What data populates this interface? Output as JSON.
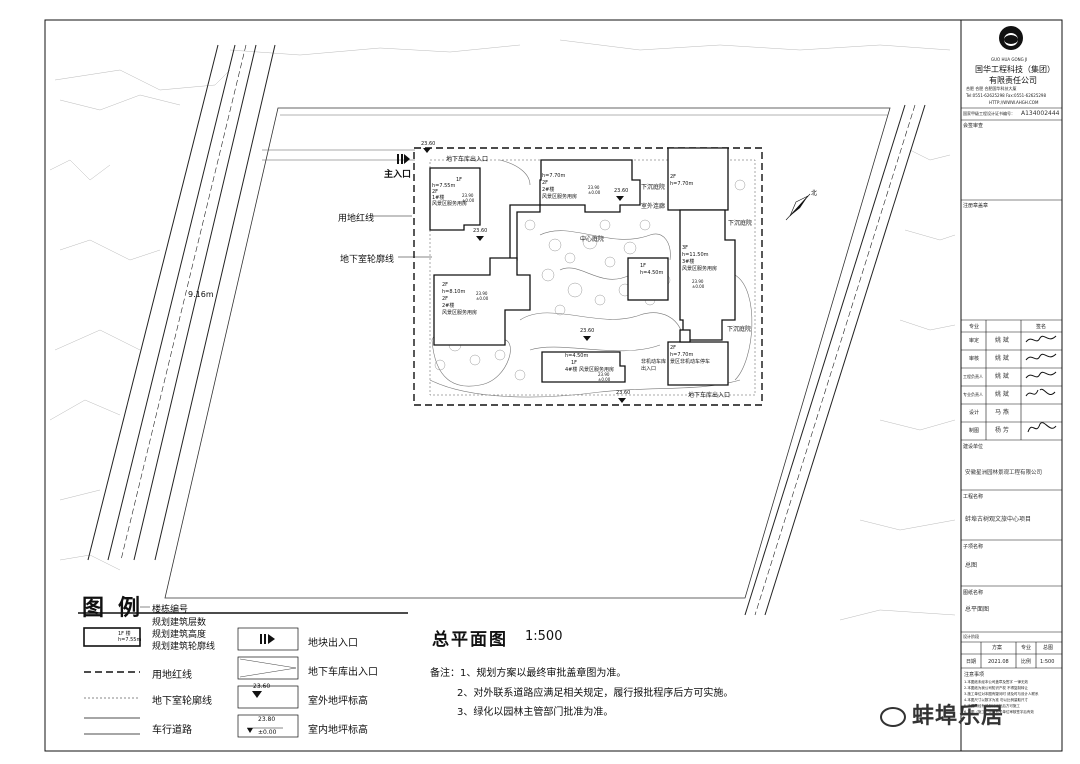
{
  "plan": {
    "title": "总平面图",
    "scale": "1:500",
    "notes": [
      "备注：1、规划方案以最终审批盖章图为准。",
      "2、对外联系道路应满足相关规定，履行报批程序后方可实施。",
      "3、绿化以园林主管部门批准为准。"
    ],
    "labels": {
      "site_red_line": "用地红线",
      "basement_outline": "地下室轮廓线",
      "main_entrance": "主入口",
      "road_width": "9.16m",
      "garage_entry_top": "地下车库出入口",
      "garage_entry_bottom": "地下车库出入口",
      "central_courtyard": "中心庭院",
      "sunken_court_1": "下沉庭院",
      "sunken_court_2": "下沉庭院",
      "sunken_court_3": "下沉庭院",
      "outdoor_stair": "室外连廊",
      "non_motor_entry": "非机动车库出入口",
      "north": "北"
    },
    "buildings": [
      {
        "floors": "1F",
        "height": "h=7.55m",
        "floors2": "2F",
        "name": "1#楼",
        "use": "风景区服务用房",
        "elev_top": "23.90",
        "elev_bot": "±0.00"
      },
      {
        "floors": "2F",
        "height": "h=7.70m",
        "floors2": "2F",
        "name": "2#楼",
        "use": "风景区服务用房",
        "elev_top": "23.90",
        "elev_bot": "±0.00"
      },
      {
        "floors": "2F",
        "height": "h=7.70m",
        "name": "",
        "use": ""
      },
      {
        "floors": "3F",
        "height": "h=11.50m",
        "name": "3#楼",
        "use": "风景区服务用房",
        "elev_top": "23.90",
        "elev_bot": "±0.00"
      },
      {
        "floors": "1F",
        "height": "h=4.50m",
        "name": "",
        "use": ""
      },
      {
        "floors": "2F",
        "height": "h=8.10m",
        "floors2": "2F",
        "name": "2#楼",
        "use": "风景区服务用房",
        "elev_top": "23.90",
        "elev_bot": "±0.00"
      },
      {
        "floors": "",
        "height": "h=4.50m",
        "floors2": "1F",
        "name": "4#楼",
        "use": "风景区服务用房",
        "elev_top": "23.90",
        "elev_bot": "±0.00"
      },
      {
        "floors": "2F",
        "height": "h=7.70m",
        "name": "",
        "use": "景区非机动车停车"
      }
    ],
    "elevations": {
      "e1": "23.60",
      "e2": "23.60",
      "e3": "23.60",
      "e4": "23.60",
      "e5": "23.60"
    }
  },
  "legend": {
    "title": "图例",
    "building_items": [
      "楼栋编号",
      "规划建筑层数",
      "规划建筑高度",
      "规划建筑轮廓线"
    ],
    "sample_box": {
      "line1": "1F 楼",
      "line2": "h=7.55m"
    },
    "items": [
      {
        "id": "red-line",
        "label": "用地红线"
      },
      {
        "id": "basement",
        "label": "地下室轮廓线"
      },
      {
        "id": "road",
        "label": "车行道路"
      },
      {
        "id": "site-entry",
        "label": "地块出入口"
      },
      {
        "id": "garage-entry",
        "label": "地下车库出入口"
      },
      {
        "id": "outdoor-elev",
        "label": "室外地坪标高",
        "value": "23.60"
      },
      {
        "id": "indoor-elev",
        "label": "室内地坪标高",
        "value_top": "23.80",
        "value_bot": "±0.00"
      }
    ]
  },
  "titleblock": {
    "company_en": "GUO HUA GONG JI",
    "company_cn_1": "国华工程科技（集团）",
    "company_cn_2": "有限责任公司",
    "addr": "合肥  合肥  合肥国华科技大厦",
    "tel": "Tel:0551-62625298 Fax:0551-62625298",
    "web": "HTTP://WWW.AHGH.COM",
    "cert_label": "国家甲级工程设计证书编号：",
    "cert_no": "A134002444",
    "sec_review": "会签审查",
    "sec_stamp": "注册章盖章",
    "roles_header": [
      "专业",
      "签名"
    ],
    "roles": [
      {
        "role": "审定",
        "name": "姚  斌"
      },
      {
        "role": "审核",
        "name": "姚  斌"
      },
      {
        "role": "工程负责人",
        "name": "姚  斌"
      },
      {
        "role": "专业负责人",
        "name": "姚  斌"
      },
      {
        "role": "设计",
        "name": "马  燕"
      },
      {
        "role": "制图",
        "name": "杨  芳"
      }
    ],
    "client_label": "建设单位",
    "client": "安徽星洲园林景观工程有限公司",
    "project_label": "工程名称",
    "project": "蚌埠古树观文旅中心项目",
    "sub_label": "子项名称",
    "sub": "总图",
    "drawing_label": "图纸名称",
    "drawing": "总平面图",
    "stage_labels": [
      "设计阶段",
      "方案",
      "专业",
      "总图"
    ],
    "date_labels": [
      "日期",
      "2021.08",
      "比例",
      "1:500"
    ],
    "footer_title": "注意事项",
    "footer_lines": [
      "1.本图纸未经本公司盖章及签字  一律无效",
      "2.本图纸为我公司知识产权  不得复制转让",
      "3.施工单位对本图有疑问时  请及时与设计人联系",
      "4.本图尺寸以数字为准  勿以比例量取尺寸",
      "5.本图须经有关部门审批后方可施工",
      "6.本图（施工）须在有关单位审核签字后有效"
    ]
  },
  "watermark": "蚌埠乐居"
}
